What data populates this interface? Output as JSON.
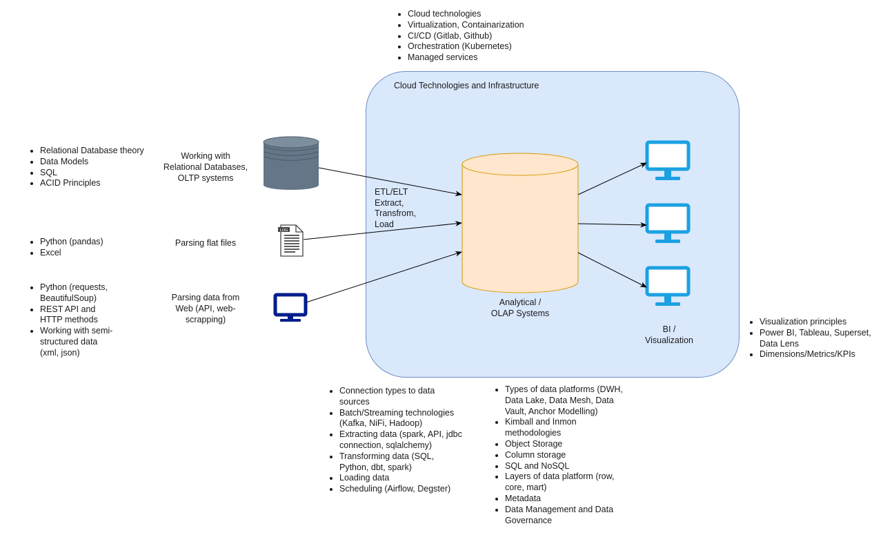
{
  "top_list": [
    "Cloud technologies",
    "Virtualization, Containarization",
    "CI/CD (Gitlab, Github)",
    "Orchestration (Kubernetes)",
    "Managed services"
  ],
  "cloud": {
    "title": "Cloud Technologies and Infrastructure"
  },
  "sources": {
    "relational": {
      "list": [
        "Relational Database theory",
        "Data Models",
        "SQL",
        "ACID Principles"
      ],
      "label_line1": "Working with",
      "label_line2": "Relational Databases,",
      "label_line3": "OLTP systems"
    },
    "flat_files": {
      "list": [
        "Python (pandas)",
        "Excel"
      ],
      "label": "Parsing flat files",
      "icon_text": "LOG"
    },
    "web": {
      "list": [
        "Python (requests, BeautifulSoup)",
        "REST API and HTTP methods",
        "Working with semi-structured data (xml, json)"
      ],
      "label_line1": "Parsing data from",
      "label_line2": "Web (API, web-",
      "label_line3": "scrapping)"
    }
  },
  "etl": {
    "line1": "ETL/ELT",
    "line2": "Extract,",
    "line3": "Transfrom,",
    "line4": "Load"
  },
  "olap": {
    "label_line1": "Analytical /",
    "label_line2": "OLAP Systems"
  },
  "bi": {
    "label_line1": "BI /",
    "label_line2": "Visualization"
  },
  "bi_list": [
    "Visualization principles",
    "Power BI, Tableau, Superset, Data Lens",
    "Dimensions/Metrics/KPIs"
  ],
  "etl_list": [
    "Connection types to data sources",
    "Batch/Streaming technologies (Kafka, NiFi, Hadoop)",
    "Extracting data (spark, API, jdbc connection, sqlalchemy)",
    "Transforming data (SQL, Python, dbt, spark)",
    "Loading data",
    "Scheduling (Airflow, Degster)"
  ],
  "platform_list": [
    "Types of data platforms (DWH, Data Lake, Data Mesh, Data Vault, Anchor Modelling)",
    "Kimball and Inmon methodologies",
    "Object Storage",
    "Column storage",
    "SQL and NoSQL",
    "Layers of data platform (row, core, mart)",
    "Metadata",
    "Data Management and Data Governance"
  ],
  "colors": {
    "cloud_fill": "#dae8fc",
    "cloud_border": "#6c8ebf",
    "olap_fill": "#ffe6cc",
    "olap_border": "#d79b00",
    "db_fill": "#647687",
    "bi_monitor": "#1ba1e2",
    "web_monitor": "#001d8c"
  },
  "icons": {
    "relational_db": "database-cylinder-icon",
    "flat_file": "log-file-icon",
    "web": "monitor-icon",
    "bi": "monitor-icon"
  }
}
